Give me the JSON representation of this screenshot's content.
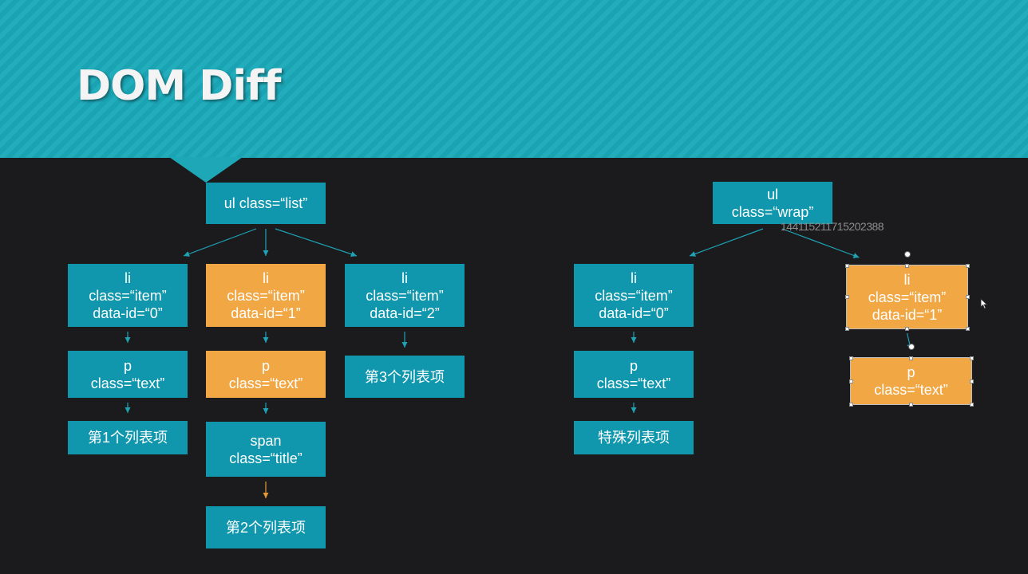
{
  "slide": {
    "title": "DOM Diff",
    "overlay_text": "14411521171520238 8",
    "overlay_text_exact": "144115211715202388"
  },
  "nodes": [
    {
      "id": "ul-list",
      "lines": [
        "ul class=“list”"
      ],
      "color": "teal"
    },
    {
      "id": "li-0",
      "lines": [
        "li",
        "class=“item”",
        "data-id=“0”"
      ],
      "color": "teal"
    },
    {
      "id": "li-1",
      "lines": [
        "li",
        "class=“item”",
        "data-id=“1”"
      ],
      "color": "orange"
    },
    {
      "id": "li-2",
      "lines": [
        "li",
        "class=“item”",
        "data-id=“2”"
      ],
      "color": "teal"
    },
    {
      "id": "p-0",
      "lines": [
        "p",
        "class=“text”"
      ],
      "color": "teal"
    },
    {
      "id": "p-1",
      "lines": [
        "p",
        "class=“text”"
      ],
      "color": "orange"
    },
    {
      "id": "text-2",
      "lines": [
        "第3个列表项"
      ],
      "color": "teal"
    },
    {
      "id": "text-0",
      "lines": [
        "第1个列表项"
      ],
      "color": "teal"
    },
    {
      "id": "span-1",
      "lines": [
        "span",
        "class=“title”"
      ],
      "color": "teal"
    },
    {
      "id": "text-1",
      "lines": [
        "第2个列表项"
      ],
      "color": "teal"
    },
    {
      "id": "ul-wrap",
      "lines": [
        "ul",
        "class=“wrap”"
      ],
      "color": "teal"
    },
    {
      "id": "li-w0",
      "lines": [
        "li",
        "class=“item”",
        "data-id=“0”"
      ],
      "color": "teal"
    },
    {
      "id": "li-w1",
      "lines": [
        "li",
        "class=“item”",
        "data-id=“1”"
      ],
      "color": "orange"
    },
    {
      "id": "p-w0",
      "lines": [
        "p",
        "class=“text”"
      ],
      "color": "teal"
    },
    {
      "id": "p-w1",
      "lines": [
        "p",
        "class=“text”"
      ],
      "color": "orange"
    },
    {
      "id": "text-w0",
      "lines": [
        "特殊列表项"
      ],
      "color": "teal"
    }
  ],
  "edges": [
    {
      "from": "ul-list",
      "to": "li-0",
      "color": "teal"
    },
    {
      "from": "ul-list",
      "to": "li-1",
      "color": "teal"
    },
    {
      "from": "ul-list",
      "to": "li-2",
      "color": "teal"
    },
    {
      "from": "li-0",
      "to": "p-0",
      "color": "teal"
    },
    {
      "from": "li-1",
      "to": "p-1",
      "color": "teal"
    },
    {
      "from": "li-2",
      "to": "text-2",
      "color": "teal"
    },
    {
      "from": "p-0",
      "to": "text-0",
      "color": "teal"
    },
    {
      "from": "p-1",
      "to": "span-1",
      "color": "teal"
    },
    {
      "from": "span-1",
      "to": "text-1",
      "color": "orange"
    },
    {
      "from": "ul-wrap",
      "to": "li-w0",
      "color": "teal"
    },
    {
      "from": "ul-wrap",
      "to": "li-w1",
      "color": "teal"
    },
    {
      "from": "li-w0",
      "to": "p-w0",
      "color": "teal"
    },
    {
      "from": "li-w1",
      "to": "p-w1",
      "color": "teal"
    },
    {
      "from": "p-w0",
      "to": "text-w0",
      "color": "teal"
    }
  ],
  "colors": {
    "teal": "#1097ad",
    "orange": "#f2a745",
    "edge_teal": "#1ea2b4",
    "edge_orange": "#e39a36"
  }
}
